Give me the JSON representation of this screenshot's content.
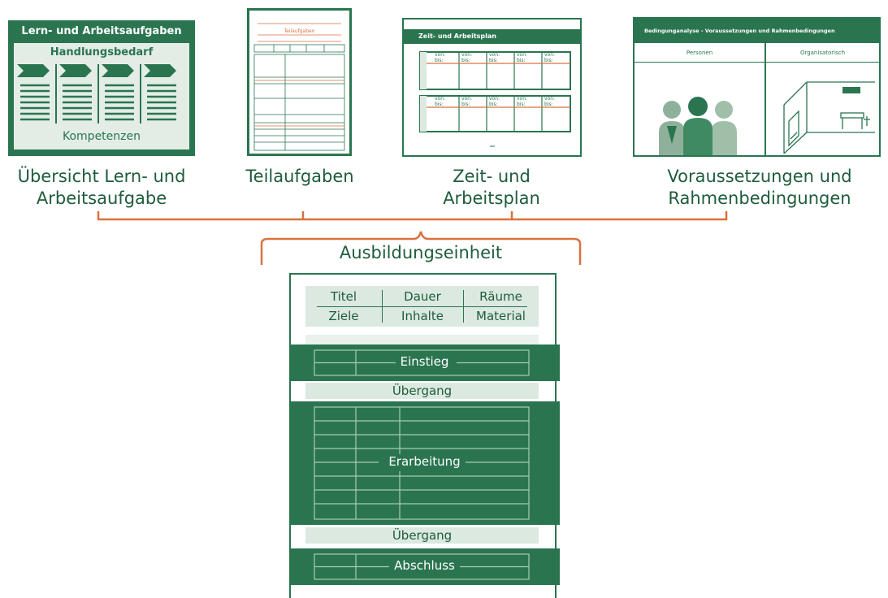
{
  "cards": {
    "lernaufgabe": {
      "title": "Lern- und Arbeitsaufgaben",
      "subtitle": "Handlungsbedarf",
      "footer": "Kompetenzen",
      "caption_line1": "Übersicht Lern- und",
      "caption_line2": "Arbeitsaufgabe"
    },
    "teilaufgaben": {
      "heading": "Teilaufgaben",
      "caption": "Teilaufgaben"
    },
    "zeitplan": {
      "title": "Zeit- und Arbeitsplan",
      "von_label": "von:",
      "bis_label": "bis:",
      "caption_line1": "Zeit- und",
      "caption_line2": "Arbeitsplan"
    },
    "voraussetzungen": {
      "title": "Bedingunganalyse - Voraussetzungen und Rahmenbedingungen",
      "col_left": "Personen",
      "col_right": "Organisatorisch",
      "caption_line1": "Voraussetzungen und",
      "caption_line2": "Rahmenbedingungen"
    }
  },
  "unit": {
    "title": "Ausbildungseinheit",
    "header_row1": [
      "Titel",
      "Dauer",
      "Räume"
    ],
    "header_row2": [
      "Ziele",
      "Inhalte",
      "Material"
    ],
    "phases": {
      "einstieg": "Einstieg",
      "uebergang1": "Übergang",
      "erarbeitung": "Erarbeitung",
      "uebergang2": "Übergang",
      "abschluss": "Abschluss"
    }
  },
  "colors": {
    "green": "#2a7550",
    "pale_green": "#dbe9e0",
    "orange": "#d9713f",
    "text": "#1f5c3c"
  }
}
